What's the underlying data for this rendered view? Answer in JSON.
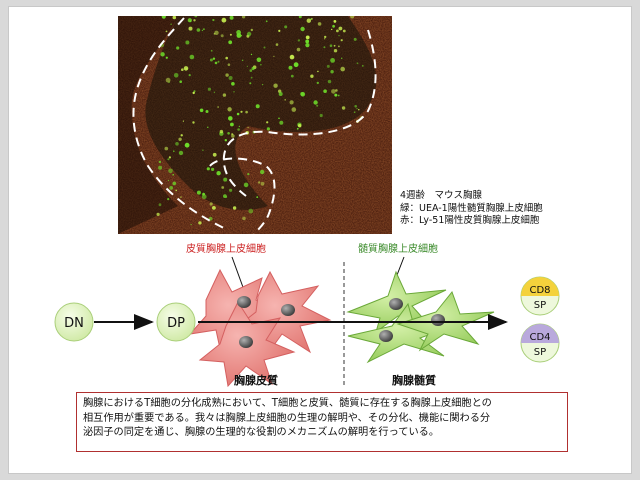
{
  "legend": {
    "line1": "4週齢　マウス胸腺",
    "line2": "緑：UEA-1陽性髄質胸腺上皮細胞",
    "line3": "赤：Ly-51陽性皮質胸腺上皮細胞"
  },
  "labels": {
    "cortical_cell": "皮質胸腺上皮細胞",
    "medullary_cell": "髄質胸腺上皮細胞",
    "cortex": "胸腺皮質",
    "medulla": "胸腺髄質"
  },
  "stages": {
    "dn": "DN",
    "dp": "DP",
    "cd8_top": "CD8",
    "cd8_bottom": "SP",
    "cd4_top": "CD4",
    "cd4_bottom": "SP"
  },
  "description": {
    "line1": "胸腺におけるT細胞の分化成熟において、T細胞と皮質、髄質に存在する胸腺上皮細胞との",
    "line2": "相互作用が重要である。我々は胸腺上皮細胞の生理の解明や、その分化、機能に関わる分",
    "line3": "泌因子の同定を通じ、胸腺の生理的な役割のメカニズムの解明を行っている。"
  },
  "colors": {
    "cortical_cell": "#ec8a86",
    "medullary_cell": "#a6d86a",
    "dn_dp_fill": "#e4f5c4",
    "cd8_top": "#f4d23c",
    "cd4_top": "#b9a9dc",
    "cortical_label": "#cc2222",
    "medullary_label": "#3a8a2a",
    "box_border": "#b03030"
  }
}
